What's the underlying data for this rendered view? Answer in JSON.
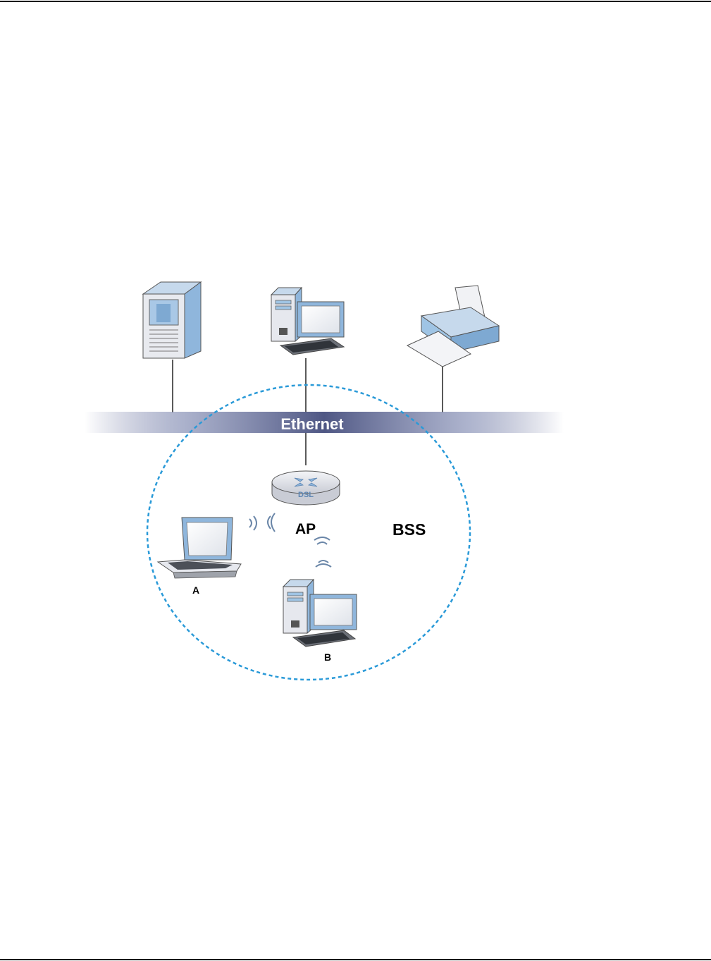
{
  "diagram": {
    "ethernet_label": "Ethernet",
    "router_label": "DSL",
    "ap_label": "AP",
    "bss_label": "BSS",
    "laptop_label": "A",
    "computer_b_label": "B"
  },
  "colors": {
    "bss_outline": "#2a9ad8",
    "ethernet_band": "#5f6896",
    "device_blue": "#9fc4e4",
    "device_gray": "#e6e8ee",
    "wifi": "#6a86a8"
  },
  "icons": [
    "server-icon",
    "desktop-computer-icon",
    "printer-icon",
    "dsl-router-icon",
    "laptop-icon",
    "wifi-signal-icon"
  ]
}
